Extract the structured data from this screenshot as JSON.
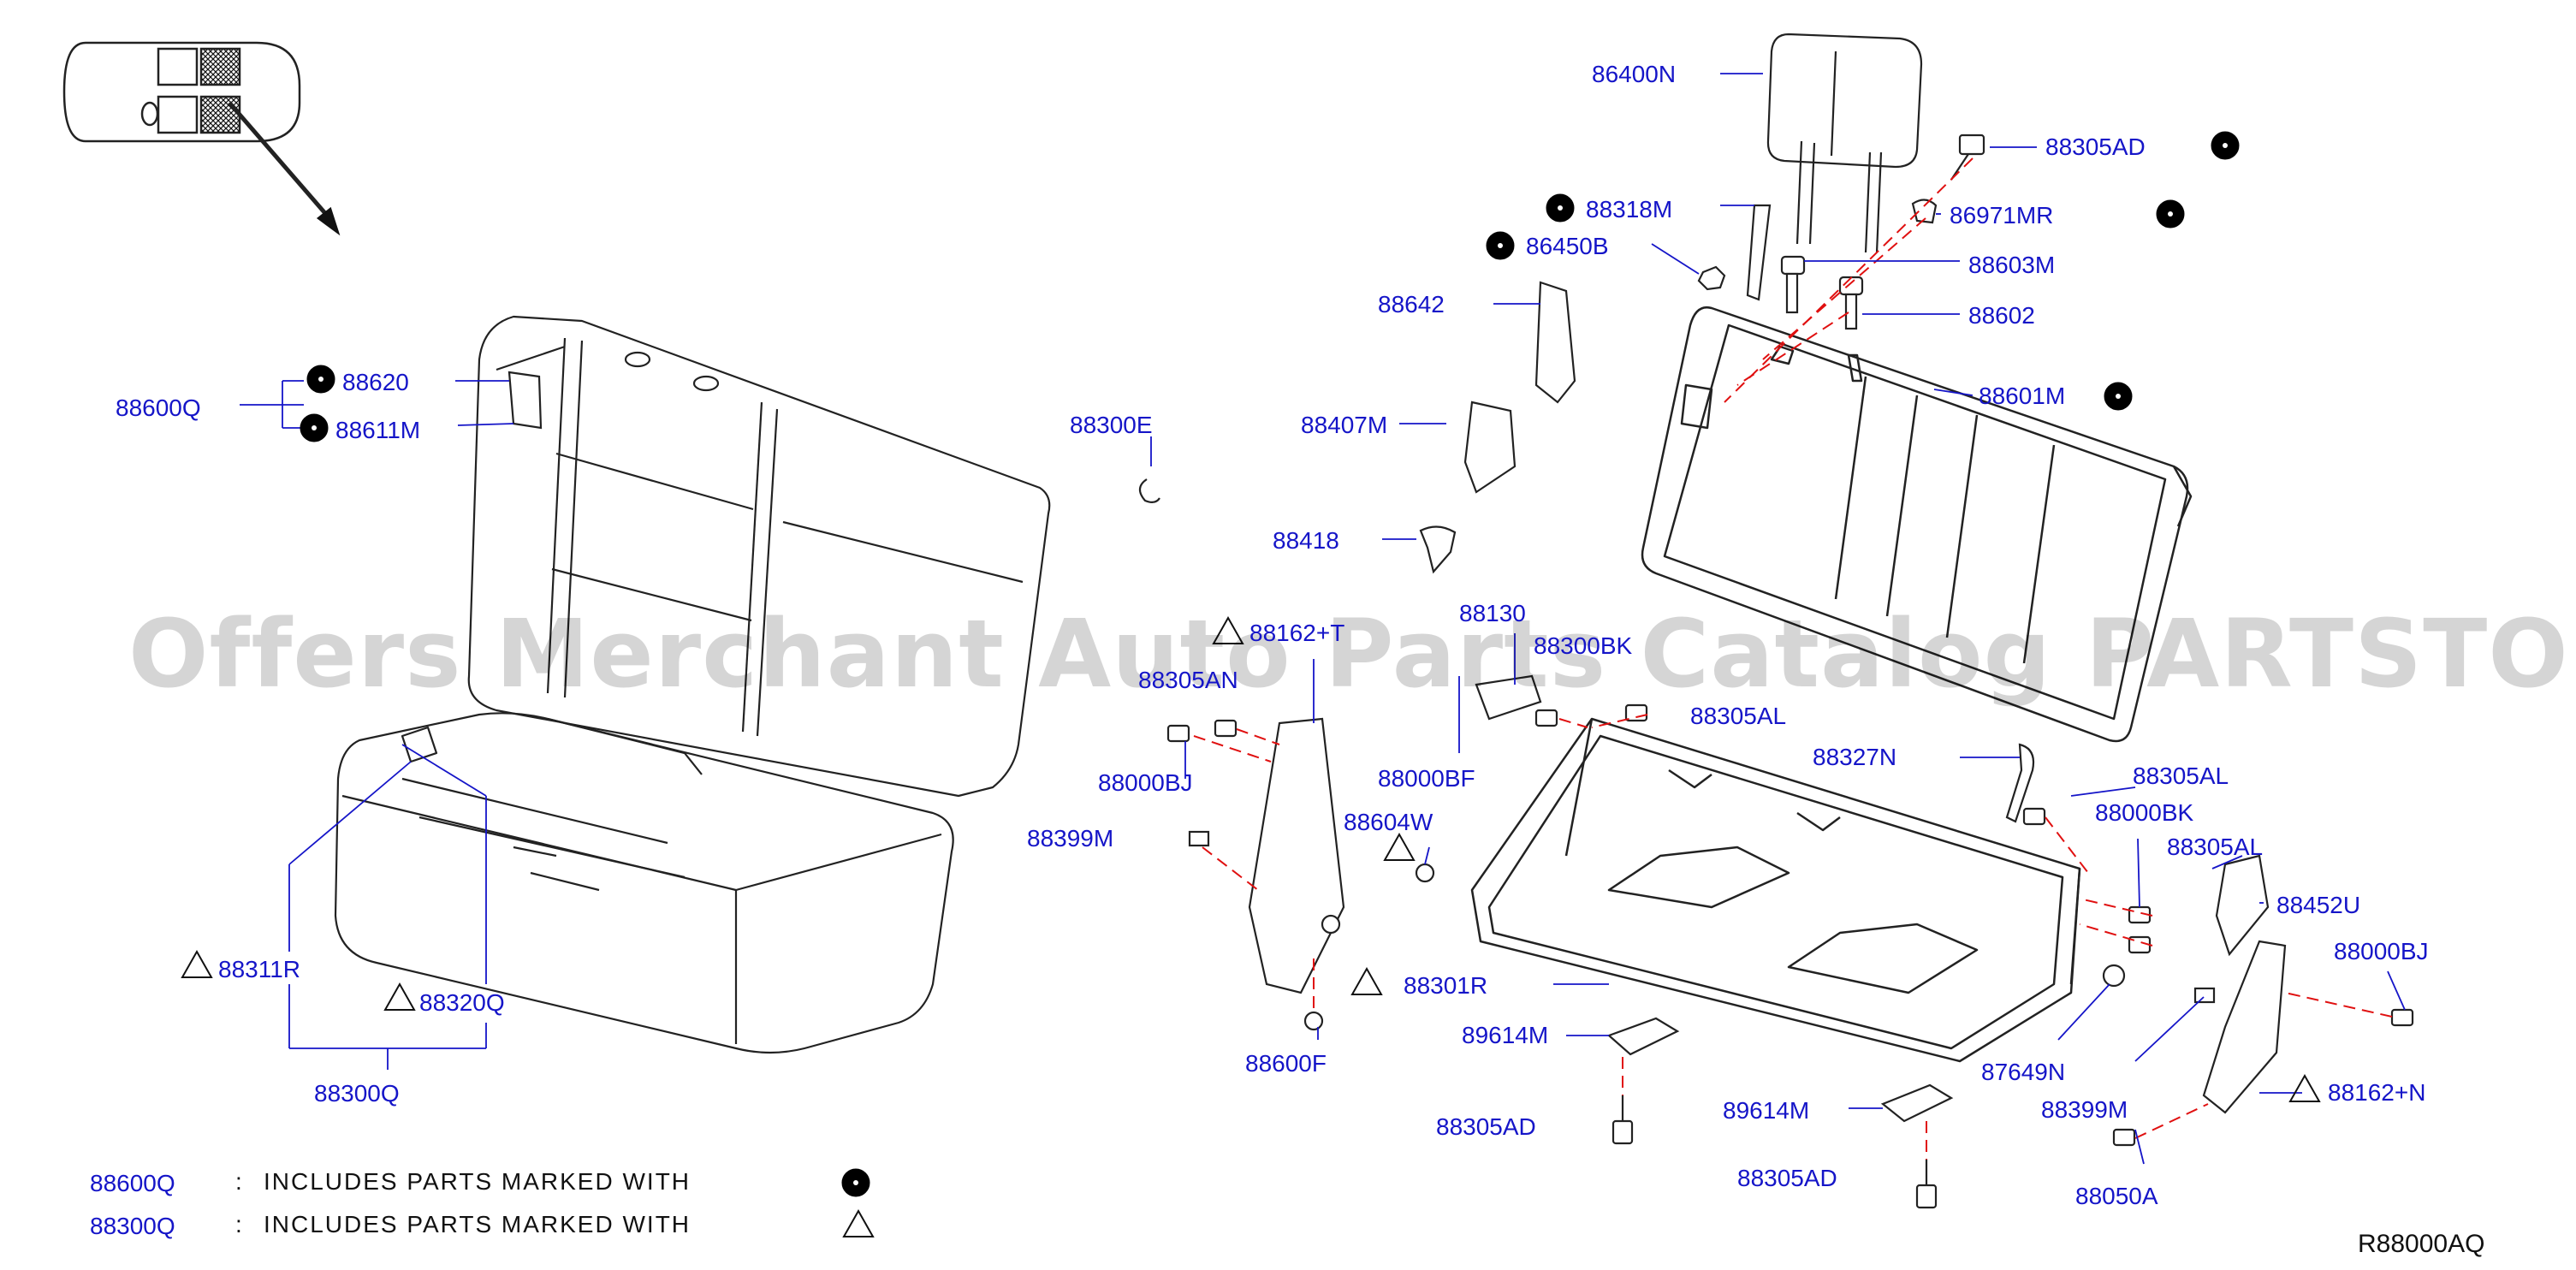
{
  "diagram_code": "R88000AQ",
  "watermark": "Offers Merchant Auto Parts Catalog PARTSTORE.SA",
  "legend": [
    {
      "part": "88600Q",
      "separator": ":",
      "text": "INCLUDES  PARTS  MARKED  WITH",
      "symbol": "dot"
    },
    {
      "part": "88300Q",
      "separator": ":",
      "text": "INCLUDES  PARTS  MARKED  WITH",
      "symbol": "triangle"
    }
  ],
  "labels": {
    "p86400N": "86400N",
    "p88305AD_a": "88305AD",
    "p88318M": "88318M",
    "p86971MR": "86971MR",
    "p86450B": "86450B",
    "p88603M": "88603M",
    "p88642": "88642",
    "p88602": "88602",
    "p88601M": "88601M",
    "p88407M": "88407M",
    "p88418": "88418",
    "p88300E": "88300E",
    "p88600Q": "88600Q",
    "p88620": "88620",
    "p88611M": "88611M",
    "p88130": "88130",
    "p88162T": "88162+T",
    "p88305AN": "88305AN",
    "p88300BK": "88300BK",
    "p88305AL_a": "88305AL",
    "p88000BJ_a": "88000BJ",
    "p88000BF": "88000BF",
    "p88327N": "88327N",
    "p88305AL_b": "88305AL",
    "p88000BK": "88000BK",
    "p88604W": "88604W",
    "p88399M_a": "88399M",
    "p88305AL_c": "88305AL",
    "p88452U": "88452U",
    "p88000BJ_b": "88000BJ",
    "p88311R": "88311R",
    "p88320Q": "88320Q",
    "p88301R": "88301R",
    "p88600F": "88600F",
    "p89614M_a": "89614M",
    "p87649N": "87649N",
    "p88399M_b": "88399M",
    "p88162N": "88162+N",
    "p88300Q": "88300Q",
    "p88305AD_b": "88305AD",
    "p89614M_b": "89614M",
    "p88305AD_c": "88305AD",
    "p88050A": "88050A"
  },
  "colors": {
    "label": "#1515c8",
    "leader": "#1515c8",
    "dashed_guide": "#e01010",
    "drawing": "#222222"
  }
}
